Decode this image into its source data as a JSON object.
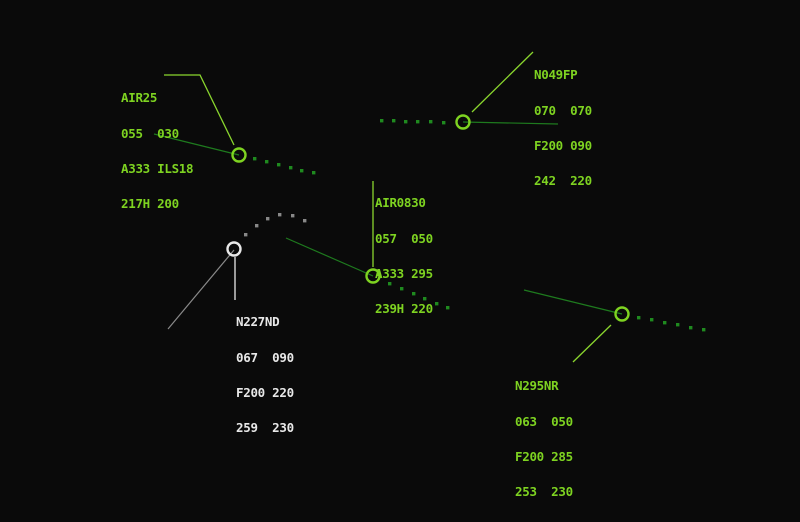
{
  "colors": {
    "background": "#0a0a0a",
    "selected": "#7ed321",
    "selected_line": "#8ad62e",
    "history_dots": "#1f8a1f",
    "vector_line": "#1e7a1e",
    "unselected": "#e8e8e8",
    "unselected_history": "#888888"
  },
  "aircraft": [
    {
      "callsign": "AIR25",
      "line2": "055  030",
      "line3": "A333 ILS18",
      "line4": "217H 200",
      "state": "selected"
    },
    {
      "callsign": "N049FP",
      "line2": "070  070",
      "line3": "F200 090",
      "line4": "242  220",
      "state": "selected"
    },
    {
      "callsign": "AIR0830",
      "line2": "057  050",
      "line3": "A333 295",
      "line4": "239H 220",
      "state": "selected"
    },
    {
      "callsign": "N227ND",
      "line2": "067  090",
      "line3": "F200 220",
      "line4": "259  230",
      "state": "unselected"
    },
    {
      "callsign": "N295NR",
      "line2": "063  050",
      "line3": "F200 285",
      "line4": "253  230",
      "state": "selected"
    }
  ]
}
